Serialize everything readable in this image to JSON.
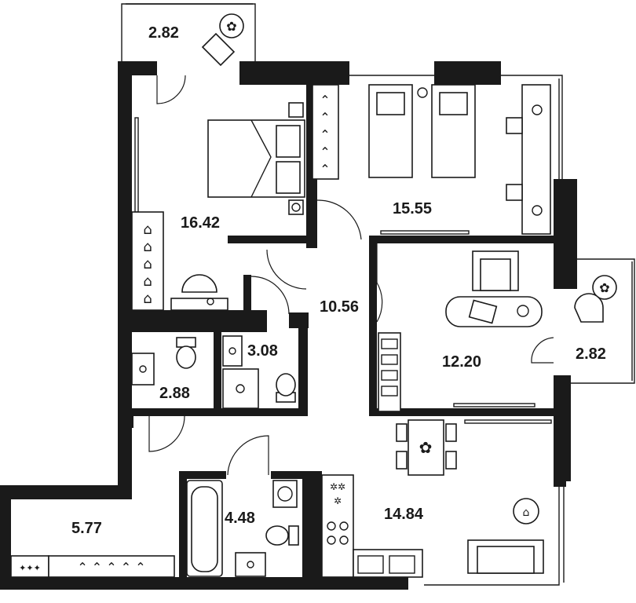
{
  "rooms": {
    "balcony_top": {
      "area": "2.82"
    },
    "bedroom": {
      "area": "16.42"
    },
    "kids_bedroom": {
      "area": "15.55"
    },
    "hall": {
      "area": "10.56"
    },
    "study": {
      "area": "12.20"
    },
    "balcony_right": {
      "area": "2.82"
    },
    "bathroom_small": {
      "area": "2.88"
    },
    "wc": {
      "area": "3.08"
    },
    "entry_wardrobe": {
      "area": "5.77"
    },
    "bathroom": {
      "area": "4.48"
    },
    "kitchen_living": {
      "area": "14.84"
    }
  },
  "colors": {
    "wall": "#1a1a1a",
    "background": "#ffffff"
  },
  "icons": [
    "plant-icon",
    "chair-icon",
    "hanger-icon",
    "bed-icon",
    "toilet-icon",
    "sink-icon",
    "bathtub-icon",
    "washing-machine-icon",
    "stove-icon",
    "sofa-icon",
    "table-icon",
    "lamp-icon"
  ]
}
